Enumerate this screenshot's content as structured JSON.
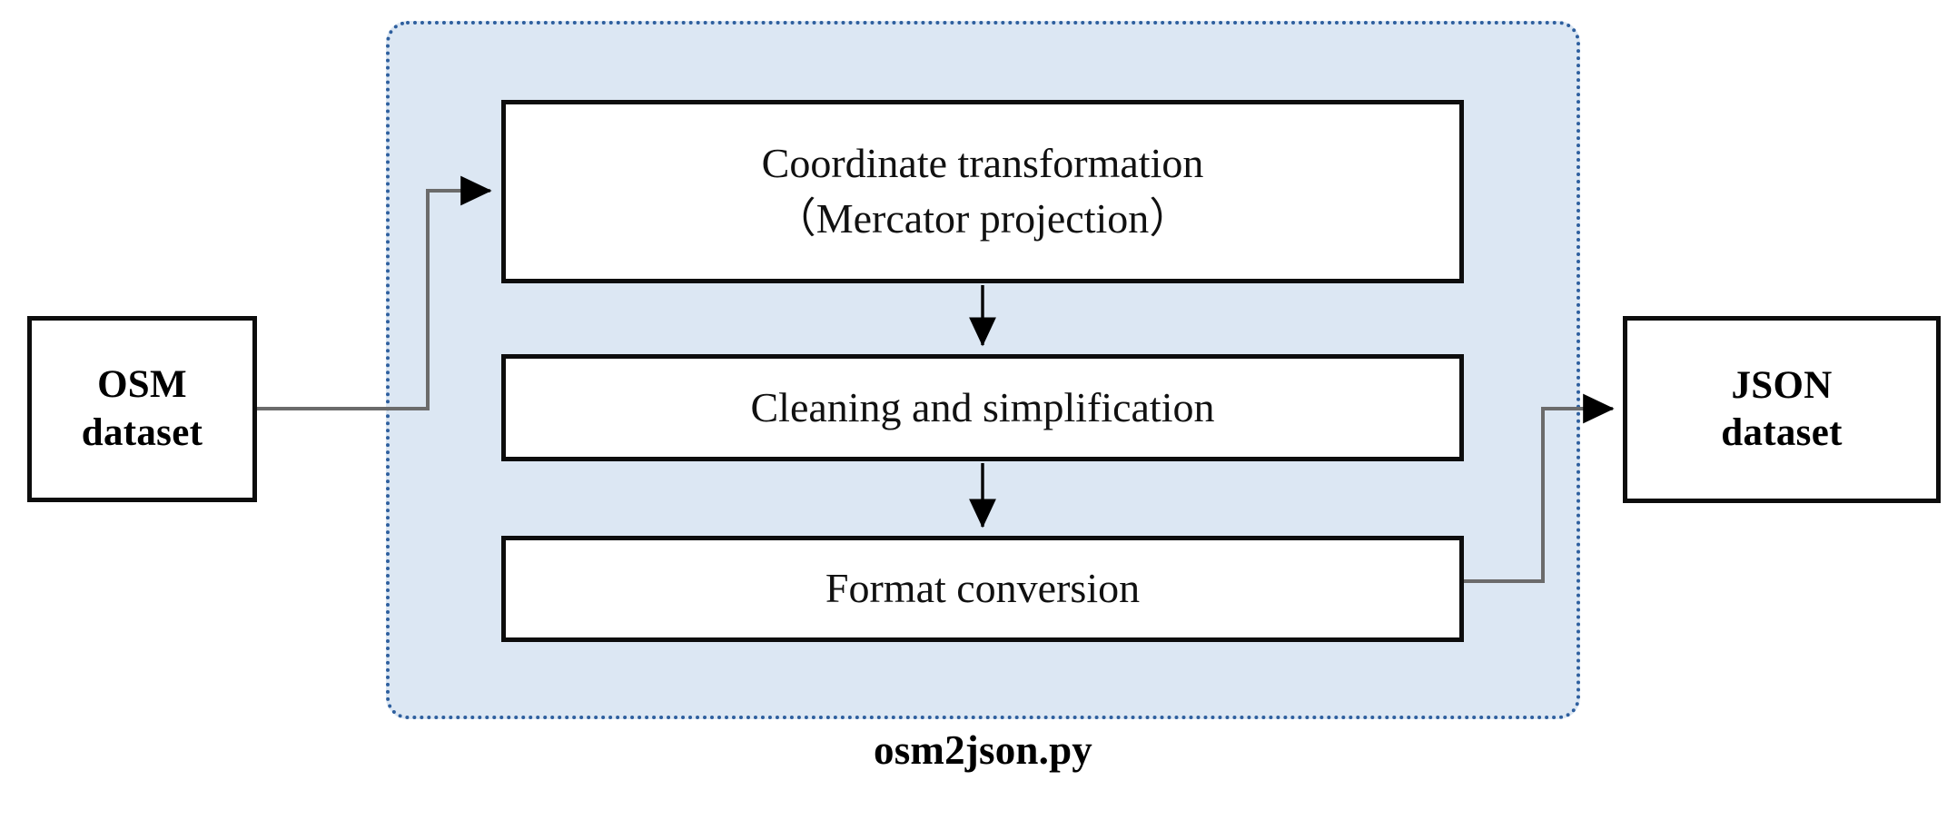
{
  "diagram": {
    "title": "osm2json.py",
    "type": "flowchart",
    "colors": {
      "container_fill": "#dce7f3",
      "container_border": "#2e5f9e",
      "box_fill": "#ffffff",
      "box_border": "#0d0d0d",
      "connector_gray": "#6b6b6b",
      "connector_black": "#000000",
      "text": "#000000",
      "page_background": "#ffffff"
    },
    "input": {
      "name": "osm-dataset",
      "line1": "OSM",
      "line2": "dataset"
    },
    "output": {
      "name": "json-dataset",
      "line1": "JSON",
      "line2": "dataset"
    },
    "module": {
      "caption": "osm2json.py",
      "steps": [
        {
          "id": "coordinate-transformation",
          "line1": "Coordinate transformation",
          "line2": "（Mercator projection）"
        },
        {
          "id": "cleaning-and-simplification",
          "line1": "Cleaning and simplification",
          "line2": ""
        },
        {
          "id": "format-conversion",
          "line1": "Format conversion",
          "line2": ""
        }
      ]
    },
    "connectors": [
      {
        "id": "osm-to-coordinate-transformation",
        "from": "OSM dataset",
        "to": "Coordinate transformation",
        "style": "elbow-gray-arrow"
      },
      {
        "id": "coordinate-transformation-to-cleaning",
        "from": "Coordinate transformation",
        "to": "Cleaning and simplification",
        "style": "vertical-black-arrow"
      },
      {
        "id": "cleaning-to-format-conversion",
        "from": "Cleaning and simplification",
        "to": "Format conversion",
        "style": "vertical-black-arrow"
      },
      {
        "id": "format-conversion-to-json",
        "from": "Format conversion",
        "to": "JSON dataset",
        "style": "elbow-gray-arrow"
      }
    ]
  }
}
